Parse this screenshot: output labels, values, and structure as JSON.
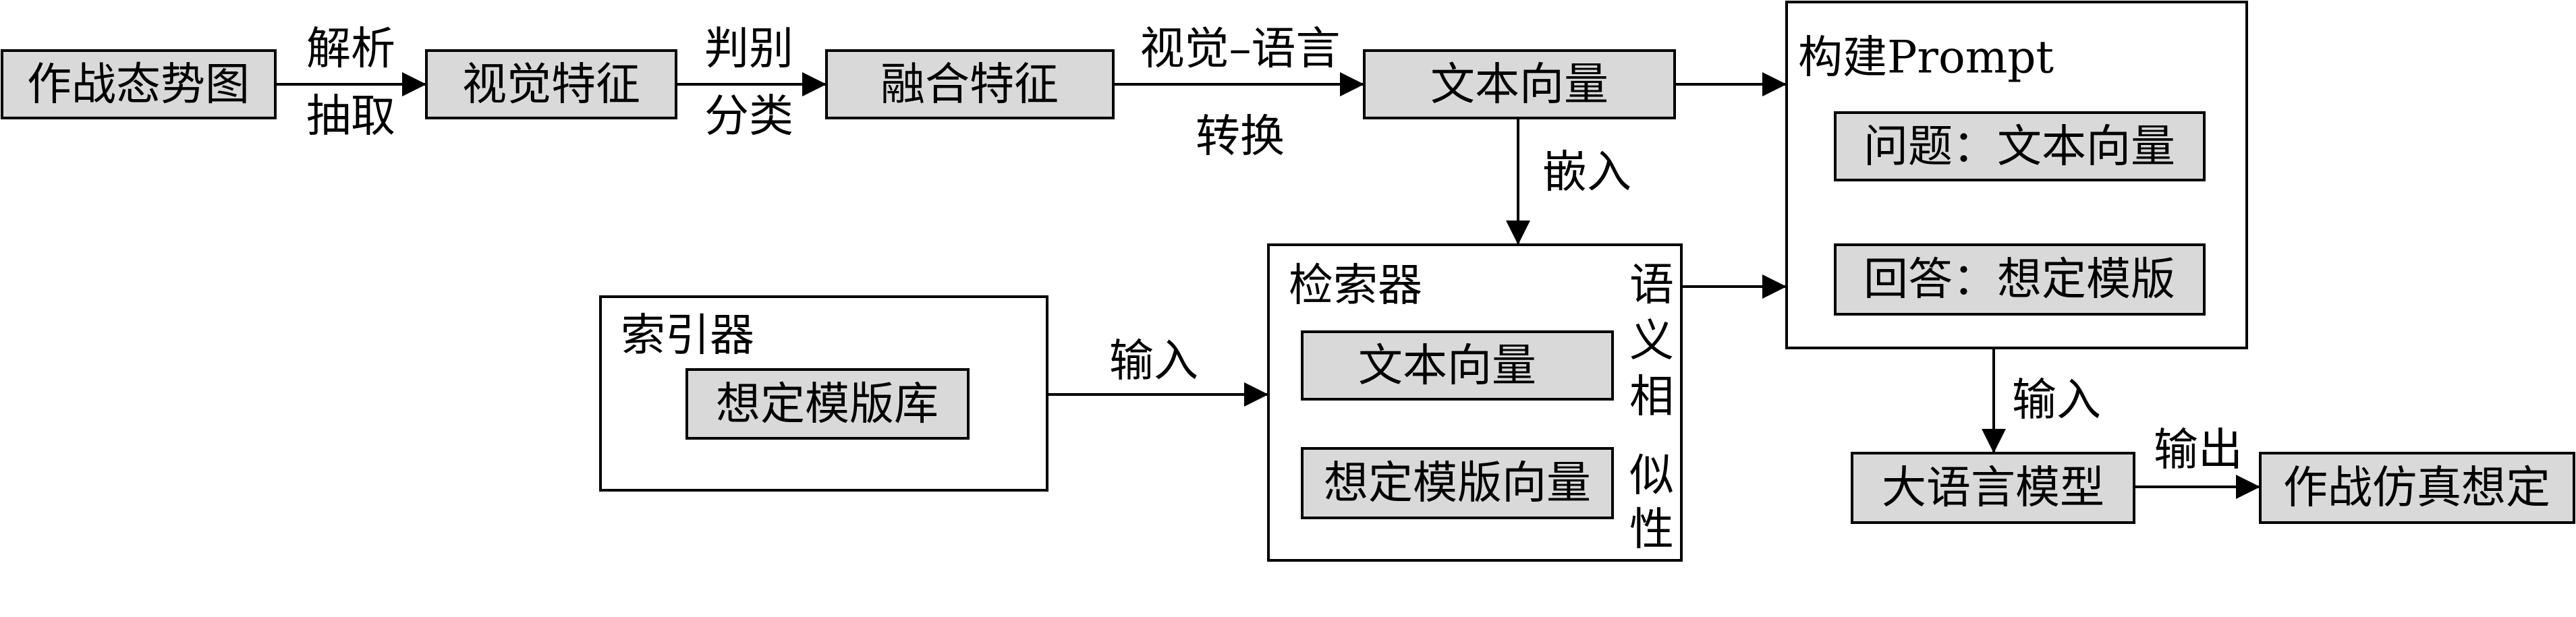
{
  "colors": {
    "box_fill": "#d9d9d9",
    "stroke": "#000000",
    "background": "#ffffff"
  },
  "nodes": {
    "situation_map": "作战态势图",
    "visual_feature": "视觉特征",
    "fused_feature": "融合特征",
    "text_vector": "文本向量",
    "build_prompt": "构建Prompt",
    "prompt_question": "问题：文本向量",
    "prompt_answer": "回答：想定模版",
    "indexer": "索引器",
    "template_library": "想定模版库",
    "retriever": "检索器",
    "retriever_text_vector": "文本向量",
    "retriever_template_vector": "想定模版向量",
    "llm": "大语言模型",
    "output": "作战仿真想定"
  },
  "edges": {
    "parse_line1": "解析",
    "parse_line2": "抽取",
    "classify_line1": "判别",
    "classify_line2": "分类",
    "convert_line1": "视觉–语言",
    "convert_line2": "转换",
    "embed": "嵌入",
    "input_indexer": "输入",
    "semantic_similarity": [
      "语",
      "义",
      "相",
      "似",
      "性"
    ],
    "input_llm": "输入",
    "output": "输出"
  }
}
